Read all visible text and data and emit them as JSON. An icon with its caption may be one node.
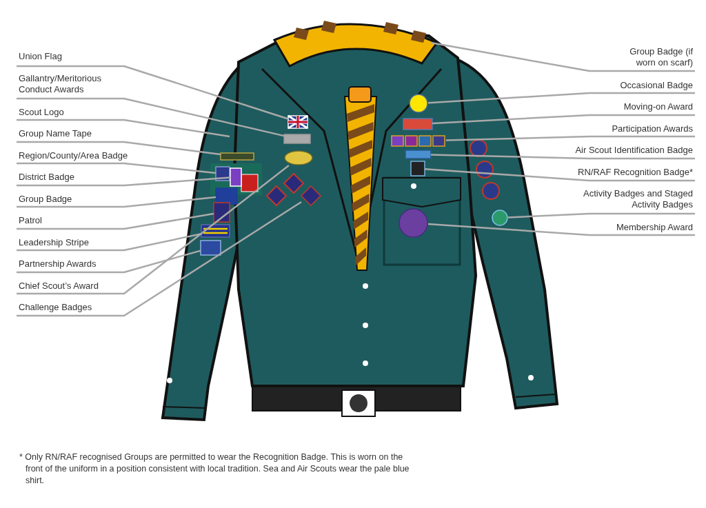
{
  "diagram": {
    "nodes": [
      {
        "text": [
          "Union Flag"
        ]
      },
      {
        "text": [
          "Gallantry/Meritorious Conduct Awards"
        ]
      },
      {
        "text": [
          "Scout Logo"
        ]
      },
      {
        "text": [
          "Group Name Tape"
        ]
      },
      {
        "text": [
          "Region/County/Area Badge"
        ]
      },
      {
        "text": [
          "District Badge"
        ]
      },
      {
        "text": [
          "Group Badge"
        ]
      },
      {
        "text": [
          "Patrol"
        ]
      },
      {
        "text": [
          "Leadership Stripe"
        ]
      },
      {
        "text": [
          "Partnership Awards"
        ]
      },
      {
        "text": [
          "Chief Scout’s Award"
        ]
      },
      {
        "text": [
          "Challenge Badges"
        ]
      },
      {
        "text": [
          "Group Badge (if worn on scarf)"
        ]
      },
      {
        "text": [
          "Occasional Badge"
        ]
      },
      {
        "text": [
          "Moving-on Award"
        ]
      },
      {
        "text": [
          "Participation Awards"
        ]
      },
      {
        "text": [
          "Air Scout Identification Badge"
        ]
      },
      {
        "text": [
          "RN/RAF Recognition Badge*"
        ]
      },
      {
        "text": [
          "Activity Badges and Staged Activity Badges"
        ]
      },
      {
        "text": [
          "Membership Award"
        ]
      },
      {
        "text": [],
        "shape": "box"
      },
      {
        "text": [],
        "shape": "box"
      },
      {
        "text": [],
        "shape": "box"
      },
      {
        "text": [],
        "shape": "box"
      },
      {
        "text": [],
        "shape": "box"
      },
      {
        "text": [],
        "shape": "box"
      },
      {
        "text": [],
        "shape": "box"
      },
      {
        "text": [],
        "shape": "box"
      },
      {
        "text": [],
        "shape": "box"
      },
      {
        "text": [],
        "shape": "ellipse"
      },
      {
        "text": [],
        "shape": "diamond"
      },
      {
        "text": [],
        "shape": "circle"
      },
      {
        "text": [],
        "shape": "box"
      },
      {
        "text": [],
        "shape": "box"
      },
      {
        "text": [],
        "shape": "box"
      },
      {
        "text": [],
        "shape": "box"
      },
      {
        "text": [],
        "shape": "circle"
      },
      {
        "text": [],
        "shape": "circle"
      }
    ],
    "edges": [
      {
        "from": 0,
        "to": 20,
        "arrow": "none"
      },
      {
        "from": 1,
        "to": 21,
        "arrow": "none"
      },
      {
        "from": 2,
        "to": null,
        "arrow": "none"
      },
      {
        "from": 3,
        "to": 22,
        "arrow": "none"
      },
      {
        "from": 4,
        "to": 23,
        "arrow": "none"
      },
      {
        "from": 5,
        "to": 24,
        "arrow": "none"
      },
      {
        "from": 6,
        "to": 25,
        "arrow": "none"
      },
      {
        "from": 7,
        "to": 26,
        "arrow": "none"
      },
      {
        "from": 8,
        "to": 27,
        "arrow": "none"
      },
      {
        "from": 9,
        "to": 28,
        "arrow": "none"
      },
      {
        "from": 10,
        "to": 29,
        "arrow": "none"
      },
      {
        "from": 11,
        "to": 30,
        "arrow": "none"
      },
      {
        "from": 12,
        "to": null,
        "arrow": "none"
      },
      {
        "from": 13,
        "to": 31,
        "arrow": "none"
      },
      {
        "from": 14,
        "to": 32,
        "arrow": "none"
      },
      {
        "from": 15,
        "to": 33,
        "arrow": "none"
      },
      {
        "from": 16,
        "to": 34,
        "arrow": "none"
      },
      {
        "from": 17,
        "to": 35,
        "arrow": "none"
      },
      {
        "from": 18,
        "to": 36,
        "arrow": "none"
      },
      {
        "from": 19,
        "to": 37,
        "arrow": "none"
      }
    ],
    "labels": [
      "* Only RN/RAF recognised Groups are permitted to wear the Recognition Badge. This is worn on the front of the uniform in a position consistent with local tradition. Sea and Air Scouts wear the pale blue shirt."
    ]
  }
}
